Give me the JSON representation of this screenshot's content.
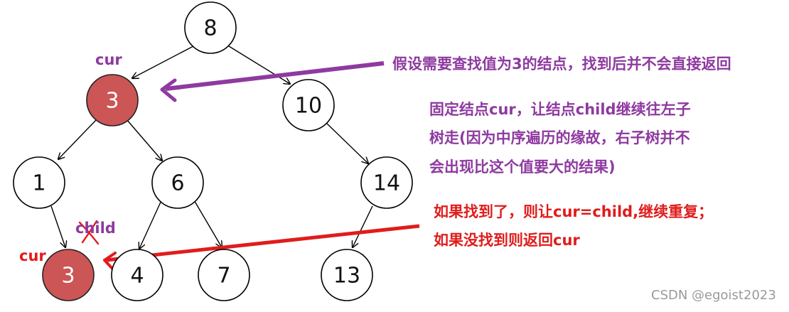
{
  "colors": {
    "purple": "#8e3aa0",
    "red": "#e01c1c",
    "highlight_node": "#cc5555"
  },
  "nodes": [
    {
      "label": "8",
      "highlight": false
    },
    {
      "label": "3",
      "highlight": true
    },
    {
      "label": "10",
      "highlight": false
    },
    {
      "label": "1",
      "highlight": false
    },
    {
      "label": "6",
      "highlight": false
    },
    {
      "label": "14",
      "highlight": false
    },
    {
      "label": "3",
      "highlight": true
    },
    {
      "label": "4",
      "highlight": false
    },
    {
      "label": "7",
      "highlight": false
    },
    {
      "label": "13",
      "highlight": false
    }
  ],
  "labels": {
    "cur_top": "cur",
    "child": "child",
    "cur_bottom": "cur"
  },
  "notes": {
    "purple_line1": "假设需要查找值为3的结点，找到后并不会直接返回",
    "purple_line2": "固定结点cur，让结点child继续往左子",
    "purple_line3": "树走(因为中序遍历的缘故，右子树并不",
    "purple_line4": "会出现比这个值要大的结果)",
    "red_line1": "如果找到了，则让cur=child,继续重复；",
    "red_line2": "如果没找到则返回cur"
  },
  "watermark": "CSDN @egoist2023"
}
